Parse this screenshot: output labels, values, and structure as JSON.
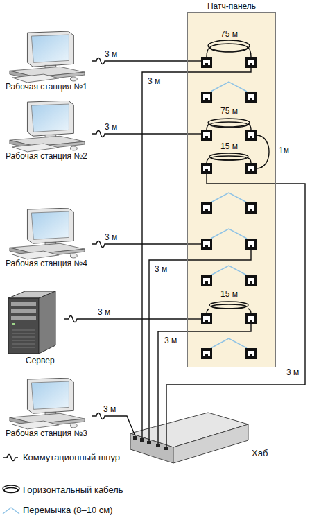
{
  "diagram": {
    "nodes": [
      {
        "text": [
          "Патч-панель"
        ]
      },
      {
        "text": [
          "Рабочая станция №1"
        ]
      },
      {
        "text": [
          "Рабочая станция №2"
        ]
      },
      {
        "text": [
          "Рабочая станция №4"
        ]
      },
      {
        "text": [
          "Сервер"
        ]
      },
      {
        "text": [
          "Рабочая станция №3"
        ]
      },
      {
        "text": [
          "Хаб"
        ]
      }
    ],
    "edges": [
      {
        "from": 1,
        "to": 0,
        "arrow": "none",
        "label": "3 м"
      },
      {
        "from": 2,
        "to": 0,
        "arrow": "none",
        "label": "3 м"
      },
      {
        "from": 3,
        "to": 0,
        "arrow": "none",
        "label": "3 м"
      },
      {
        "from": 4,
        "to": 0,
        "arrow": "none",
        "label": "3 м"
      },
      {
        "from": 5,
        "to": 6,
        "arrow": "none",
        "label": "3 м"
      },
      {
        "from": 0,
        "to": 6,
        "arrow": "none",
        "label": "3 м"
      },
      {
        "from": 0,
        "to": 6,
        "arrow": "none",
        "label": "3 м"
      },
      {
        "from": 0,
        "to": 6,
        "arrow": "none",
        "label": "3 м"
      },
      {
        "from": 0,
        "to": 6,
        "arrow": "none",
        "label": "3 м"
      }
    ],
    "labels": [
      "75 м",
      "75 м",
      "15 м",
      "1м",
      "15 м"
    ],
    "legend": [
      {
        "text": "Коммутационный шнур"
      },
      {
        "text": "Горизонтальный кабель"
      },
      {
        "text": "Перемычка (8–10 см)"
      }
    ]
  }
}
